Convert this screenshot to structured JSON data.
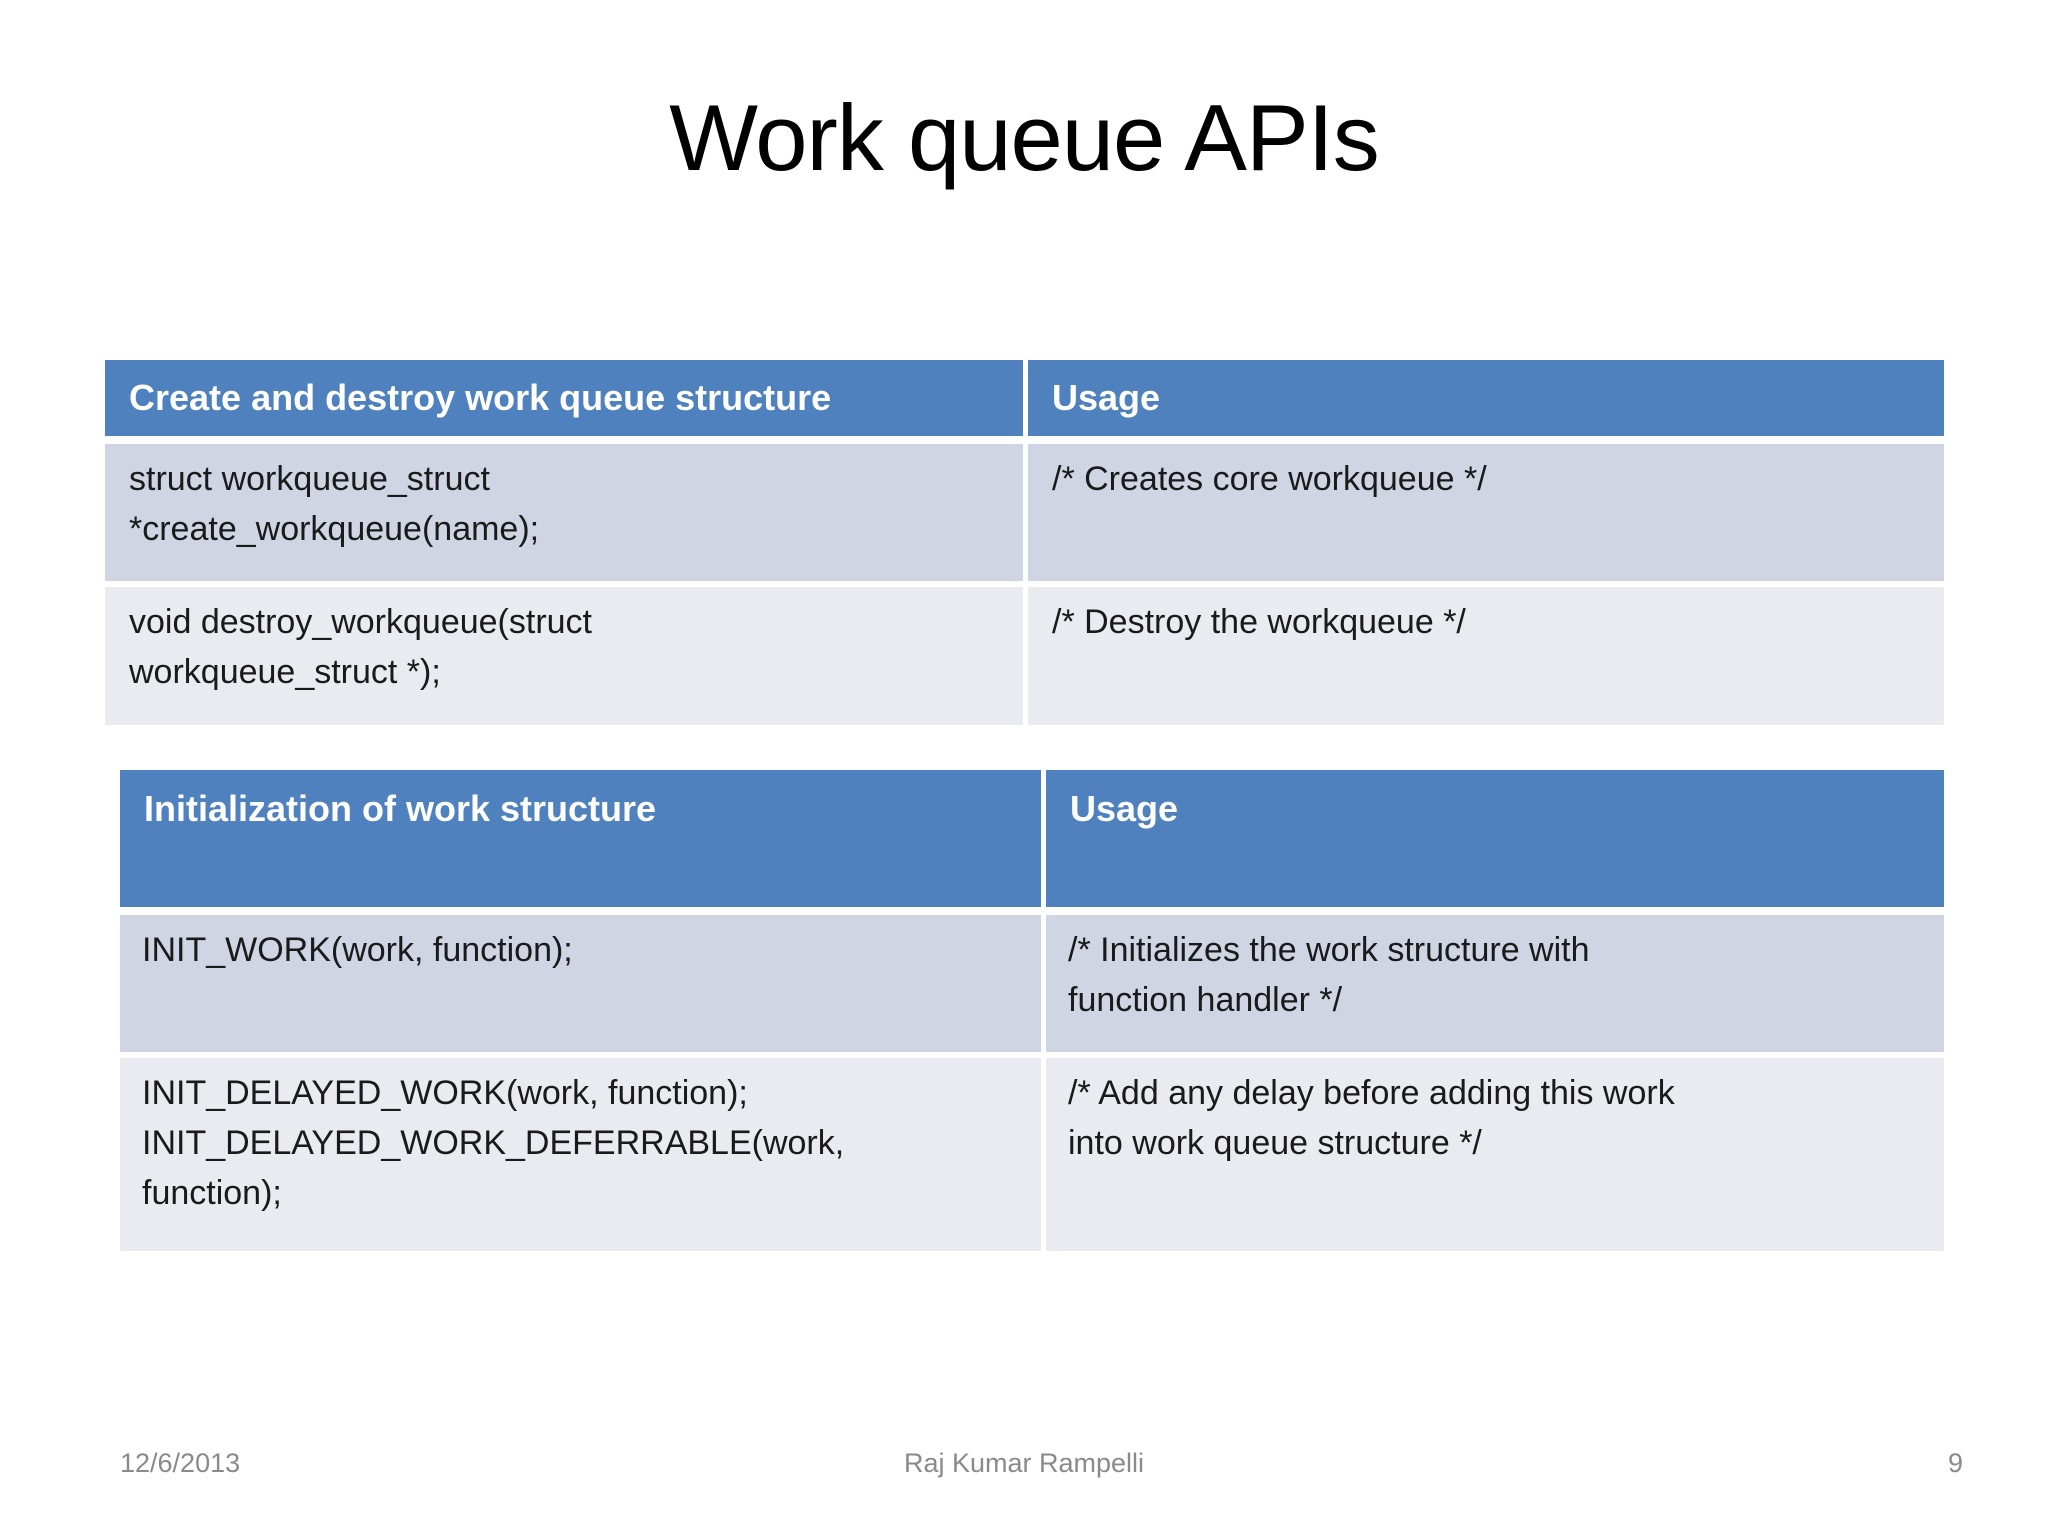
{
  "slide": {
    "title": "Work queue APIs"
  },
  "colors": {
    "header_bg": "#4e81bd",
    "header_text": "#ffffff",
    "row_band_dark": "#d0d5e3",
    "row_band_light": "#e9ebf0",
    "body_text": "#1a1a1a",
    "footer_text": "#8a8a8a",
    "background": "#ffffff"
  },
  "tables": [
    {
      "headers": [
        "Create and destroy work queue structure",
        "Usage"
      ],
      "rows": [
        {
          "api": "struct workqueue_struct\n*create_workqueue(name);",
          "usage": "/* Creates core workqueue */"
        },
        {
          "api": "void destroy_workqueue(struct\nworkqueue_struct *);",
          "usage": "/* Destroy the workqueue */"
        }
      ]
    },
    {
      "headers": [
        "Initialization of work structure",
        "Usage"
      ],
      "rows": [
        {
          "api": "INIT_WORK(work, function);",
          "usage": "/* Initializes the work structure with\nfunction handler */"
        },
        {
          "api": "INIT_DELAYED_WORK(work, function);\nINIT_DELAYED_WORK_DEFERRABLE(work,\nfunction);",
          "usage": "/* Add any delay before adding this work\ninto work queue structure */"
        }
      ]
    }
  ],
  "footer": {
    "date": "12/6/2013",
    "author": "Raj Kumar Rampelli",
    "page_number": "9"
  }
}
